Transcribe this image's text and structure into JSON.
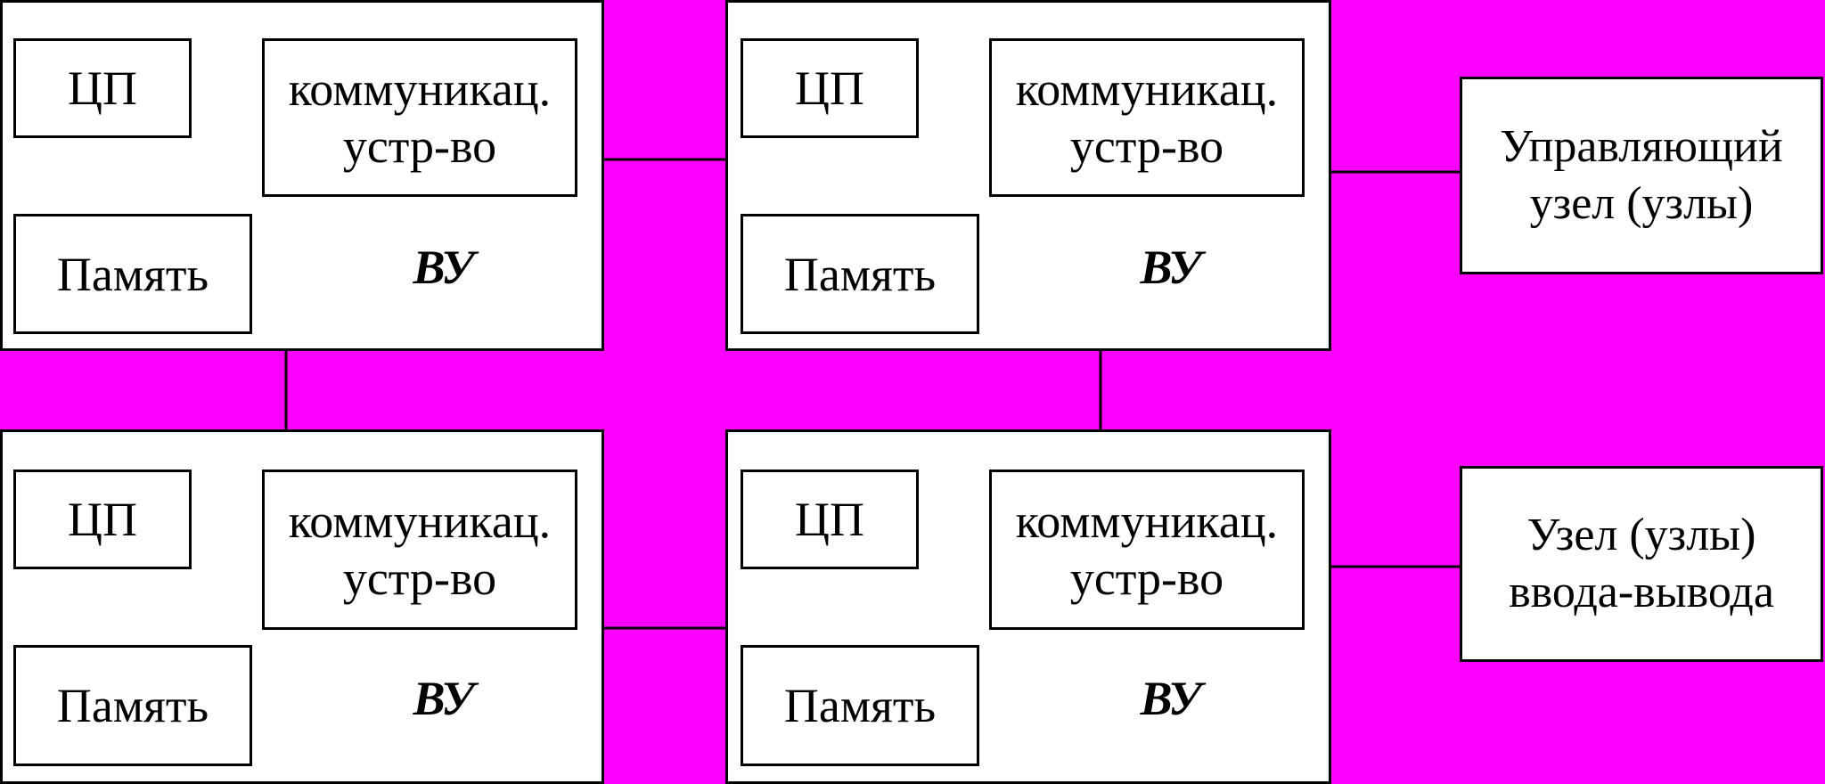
{
  "diagram": {
    "background_color": "#ff00ff",
    "computer_units": [
      {
        "cpu": "ЦП",
        "comm_line1": "коммуникац.",
        "comm_line2": "устр-во",
        "memory": "Память",
        "unit": "ВУ"
      },
      {
        "cpu": "ЦП",
        "comm_line1": "коммуникац.",
        "comm_line2": "устр-во",
        "memory": "Память",
        "unit": "ВУ"
      },
      {
        "cpu": "ЦП",
        "comm_line1": "коммуникац.",
        "comm_line2": "устр-во",
        "memory": "Память",
        "unit": "ВУ"
      },
      {
        "cpu": "ЦП",
        "comm_line1": "коммуникац.",
        "comm_line2": "устр-во",
        "memory": "Память",
        "unit": "ВУ"
      }
    ],
    "control_node": {
      "line1": "Управляющий",
      "line2": "узел (узлы)"
    },
    "io_node": {
      "line1": "Узел (узлы)",
      "line2": "ввода-вывода"
    }
  }
}
